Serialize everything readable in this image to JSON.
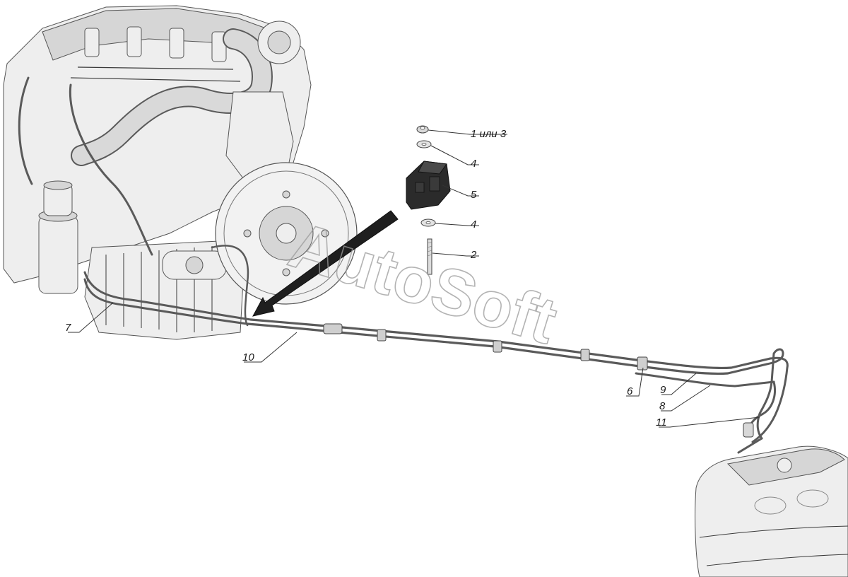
{
  "diagram": {
    "watermark": "AutoSoft",
    "callouts": [
      {
        "id": "c1",
        "label": "1 или 3"
      },
      {
        "id": "c4a",
        "label": "4"
      },
      {
        "id": "c5",
        "label": "5"
      },
      {
        "id": "c4b",
        "label": "4"
      },
      {
        "id": "c2",
        "label": "2"
      },
      {
        "id": "c7",
        "label": "7"
      },
      {
        "id": "c10",
        "label": "10"
      },
      {
        "id": "c6",
        "label": "6"
      },
      {
        "id": "c9",
        "label": "9"
      },
      {
        "id": "c8",
        "label": "8"
      },
      {
        "id": "c11",
        "label": "11"
      }
    ]
  },
  "colors": {
    "line": "#3a3a3a",
    "metal_light": "#eeeeee",
    "metal_mid": "#d6d6d6",
    "module_black": "#2b2b2b",
    "pointer_arrow": "#1f1f1f",
    "watermark": "#9a9a9a"
  }
}
